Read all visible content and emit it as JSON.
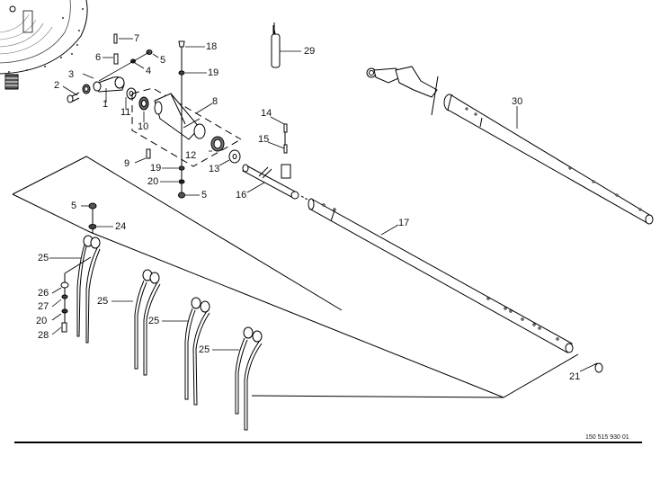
{
  "diagram": {
    "title": "Exploded parts diagram - rotor tine arm assembly",
    "document_number": "150 515 930 01",
    "line_color": "#000000",
    "background": "#ffffff",
    "callouts": [
      {
        "id": "c1",
        "label": "1",
        "part": "crank-arm"
      },
      {
        "id": "c2",
        "label": "2",
        "part": "bolt"
      },
      {
        "id": "c3",
        "label": "3",
        "part": "bearing"
      },
      {
        "id": "c4",
        "label": "4",
        "part": "washer"
      },
      {
        "id": "c5a",
        "label": "5",
        "part": "nut"
      },
      {
        "id": "c6",
        "label": "6",
        "part": "sleeve"
      },
      {
        "id": "c7",
        "label": "7",
        "part": "pin"
      },
      {
        "id": "c8",
        "label": "8",
        "part": "bearing-housing-assembly"
      },
      {
        "id": "c9",
        "label": "9",
        "part": "key"
      },
      {
        "id": "c10",
        "label": "10",
        "part": "bearing"
      },
      {
        "id": "c11",
        "label": "11",
        "part": "washer"
      },
      {
        "id": "c12",
        "label": "12",
        "part": "bearing"
      },
      {
        "id": "c13",
        "label": "13",
        "part": "washer"
      },
      {
        "id": "c14",
        "label": "14",
        "part": "pin"
      },
      {
        "id": "c15",
        "label": "15",
        "part": "sleeve"
      },
      {
        "id": "c16",
        "label": "16",
        "part": "tube-stub"
      },
      {
        "id": "c17",
        "label": "17",
        "part": "tine-arm-tube"
      },
      {
        "id": "c18",
        "label": "18",
        "part": "bolt"
      },
      {
        "id": "c19a",
        "label": "19",
        "part": "washer"
      },
      {
        "id": "c19b",
        "label": "19",
        "part": "washer"
      },
      {
        "id": "c20a",
        "label": "20",
        "part": "spring-washer"
      },
      {
        "id": "c5b",
        "label": "5",
        "part": "nut"
      },
      {
        "id": "c5c",
        "label": "5",
        "part": "nut"
      },
      {
        "id": "c24",
        "label": "24",
        "part": "washer"
      },
      {
        "id": "c25a",
        "label": "25",
        "part": "double-tine"
      },
      {
        "id": "c25b",
        "label": "25",
        "part": "double-tine"
      },
      {
        "id": "c25c",
        "label": "25",
        "part": "double-tine"
      },
      {
        "id": "c25d",
        "label": "25",
        "part": "double-tine"
      },
      {
        "id": "c26",
        "label": "26",
        "part": "tine-guard-clip"
      },
      {
        "id": "c27",
        "label": "27",
        "part": "washer"
      },
      {
        "id": "c20b",
        "label": "20",
        "part": "spring-washer"
      },
      {
        "id": "c28",
        "label": "28",
        "part": "bolt"
      },
      {
        "id": "c21",
        "label": "21",
        "part": "end-cap"
      },
      {
        "id": "c29",
        "label": "29",
        "part": "grease-cartridge"
      },
      {
        "id": "c30",
        "label": "30",
        "part": "complete-tine-arm"
      }
    ]
  }
}
